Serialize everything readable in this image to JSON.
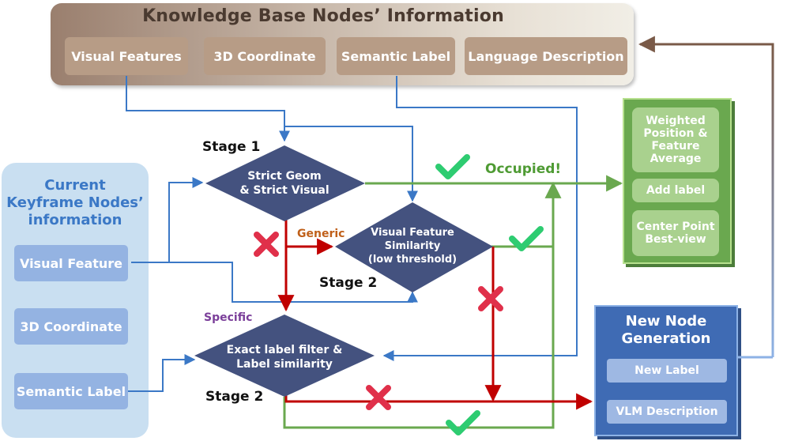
{
  "knowledge_base": {
    "title": "Knowledge Base Nodes’ Information",
    "items": [
      "Visual Features",
      "3D Coordinate",
      "Semantic Label",
      "Language Description"
    ]
  },
  "current_keyframe": {
    "title_lines": [
      "Current",
      "Keyframe Nodes’",
      "information"
    ],
    "items": [
      "Visual Feature",
      "3D Coordinate",
      "Semantic Label"
    ]
  },
  "stages": {
    "stage1": "Stage 1",
    "stage2_top": "Stage 2",
    "stage2_bottom": "Stage 2"
  },
  "diamonds": {
    "strict": [
      "Strict Geom",
      "& Strict Visual"
    ],
    "visual_sim": [
      "Visual Feature",
      "Similarity",
      "(low threshold)"
    ],
    "label_filter": [
      "Exact label filter &",
      "Label similarity"
    ]
  },
  "branch_labels": {
    "generic": "Generic",
    "specific": "Specific",
    "occupied": "Occupied!"
  },
  "occupied_box": {
    "items": [
      "Weighted Position & Feature Average",
      "Add label",
      "Center Point Best-view"
    ]
  },
  "new_node": {
    "title_lines": [
      "New Node",
      "Generation"
    ],
    "items": [
      "New Label",
      "VLM Description"
    ]
  },
  "colors": {
    "accept": "#6aa84f",
    "reject": "#c00000",
    "flow": "#3b78c6",
    "mark_red": "#e0304a",
    "mark_green": "#2ecc71"
  }
}
